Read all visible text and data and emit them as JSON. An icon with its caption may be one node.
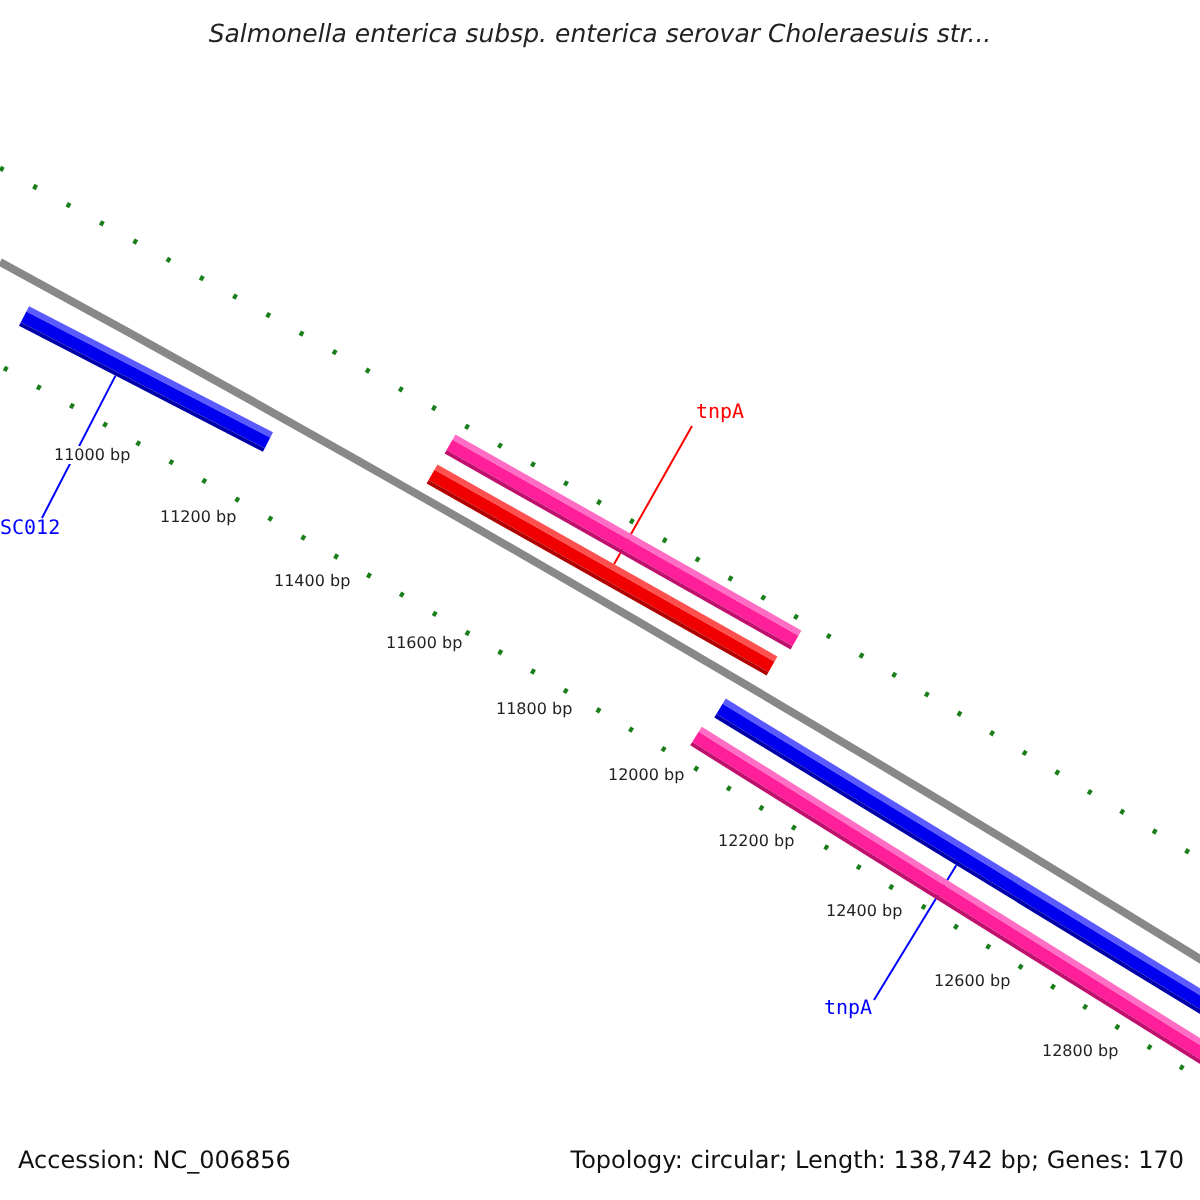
{
  "diagram": {
    "title": "Salmonella enterica subsp. enterica serovar Choleraesuis str...",
    "nodes": [
      {
        "text": [
          "SC012"
        ]
      },
      {
        "text": [],
        "shape": "bar"
      },
      {
        "text": [],
        "shape": "bar"
      },
      {
        "text": [],
        "shape": "bar"
      },
      {
        "text": [
          "tnpA"
        ]
      },
      {
        "text": [],
        "shape": "bar"
      },
      {
        "text": [],
        "shape": "bar"
      },
      {
        "text": [
          "tnpA"
        ]
      }
    ],
    "edges": [
      {
        "from": 0,
        "to": 1,
        "arrow": "none",
        "color": "#0000ff"
      },
      {
        "from": 4,
        "to": 3,
        "arrow": "none",
        "color": "#ff0000"
      },
      {
        "from": 7,
        "to": 5,
        "arrow": "none",
        "color": "#0000ff"
      }
    ],
    "labels": [
      "11000 bp",
      "11200 bp",
      "11400 bp",
      "11600 bp",
      "11800 bp",
      "12000 bp",
      "12200 bp",
      "12400 bp",
      "12600 bp",
      "12800 bp",
      "Accession: NC_006856",
      "Topology: circular; Length: 138,742 bp; Genes: 170"
    ]
  }
}
